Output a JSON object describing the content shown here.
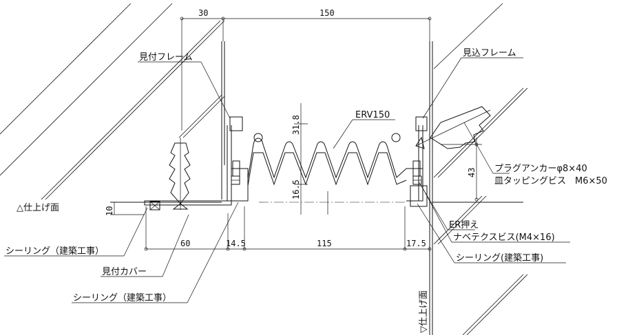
{
  "dimensions": {
    "top_left": "30",
    "top_main": "150",
    "fin_height": "31.8",
    "bottom_offset": "16.5",
    "right_height": "43",
    "finish_depth": "10",
    "bottom_60": "60",
    "bottom_14_5": "14.5",
    "bottom_115": "115",
    "bottom_17_5": "17.5"
  },
  "labels": {
    "mitsuke_frame": "見付フレーム",
    "mikomi_frame": "見込フレーム",
    "erv": "ERV150",
    "plug_anchor": "プラグアンカーφ8×40",
    "tapping_screw": "皿タッピングビス　M6×50",
    "er_press": "ER押え",
    "nabe_screw": "ナベテクスビス(M4×16)",
    "sealing_right": "シーリング(建築工事)",
    "sealing_left": "シーリング（建築工事）",
    "mitsuke_cover": "見付カバー",
    "sealing_bottom": "シーリング（建築工事）",
    "finish_face_left": "△仕上げ面",
    "finish_face_right": "▽仕上げ面"
  }
}
